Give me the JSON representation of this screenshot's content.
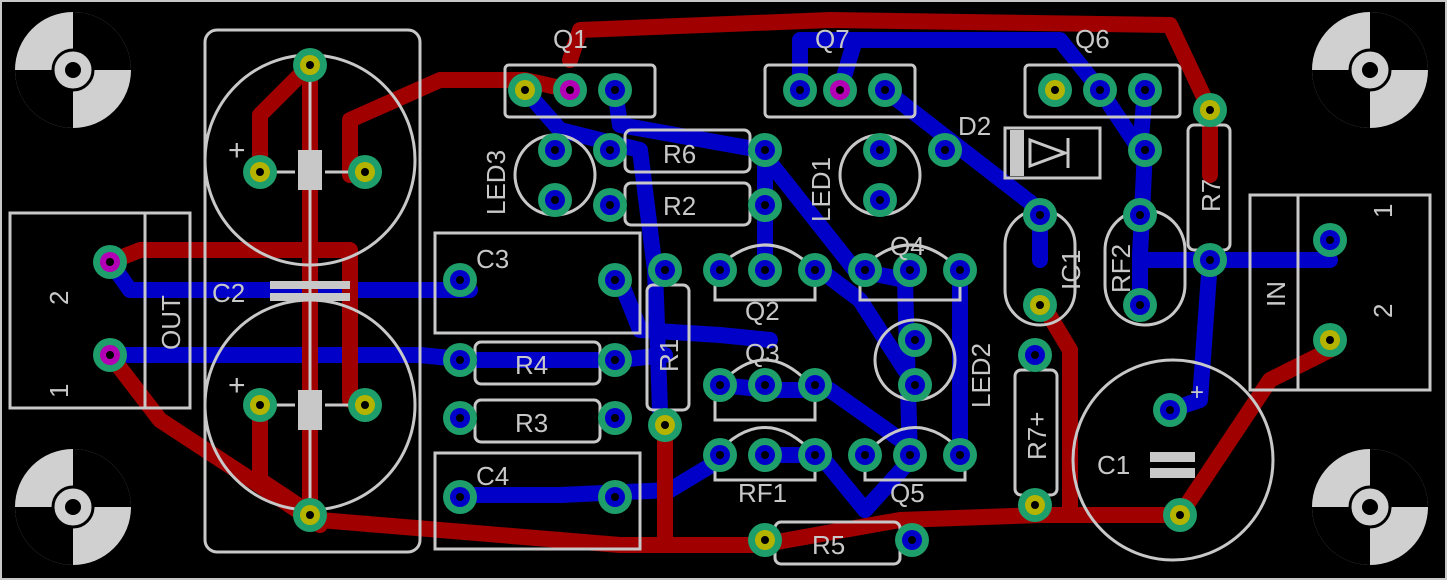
{
  "board": {
    "background": "#000000",
    "top_copper_color": "#a00000",
    "bottom_copper_color": "#0000c8",
    "silkscreen_color": "#c8c8c8",
    "pad_color": "#1e9e6a",
    "pad_yellow": "#b4b400"
  },
  "labels": {
    "Q1": "Q1",
    "Q7": "Q7",
    "Q6": "Q6",
    "LED3": "LED3",
    "LED1": "LED1",
    "LED2": "LED2",
    "R6": "R6",
    "R2": "R2",
    "R4": "R4",
    "R3": "R3",
    "R1": "R1",
    "R5": "R5",
    "R7a": "R7",
    "R7b": "R7+",
    "D2": "D2",
    "C1": "C1",
    "C2": "C2",
    "C3": "C3",
    "C4": "C4",
    "Q2": "Q2",
    "Q3": "Q3",
    "Q4": "Q4",
    "Q5": "Q5",
    "RF1": "RF1",
    "RF2": "RF2",
    "IC1": "IC1",
    "OUT": "OUT",
    "IN": "IN",
    "out_pin1": "1",
    "out_pin2": "2",
    "in_pin1": "1",
    "in_pin2": "2",
    "plus1": "+",
    "plus2": "+",
    "plus3": "+"
  }
}
